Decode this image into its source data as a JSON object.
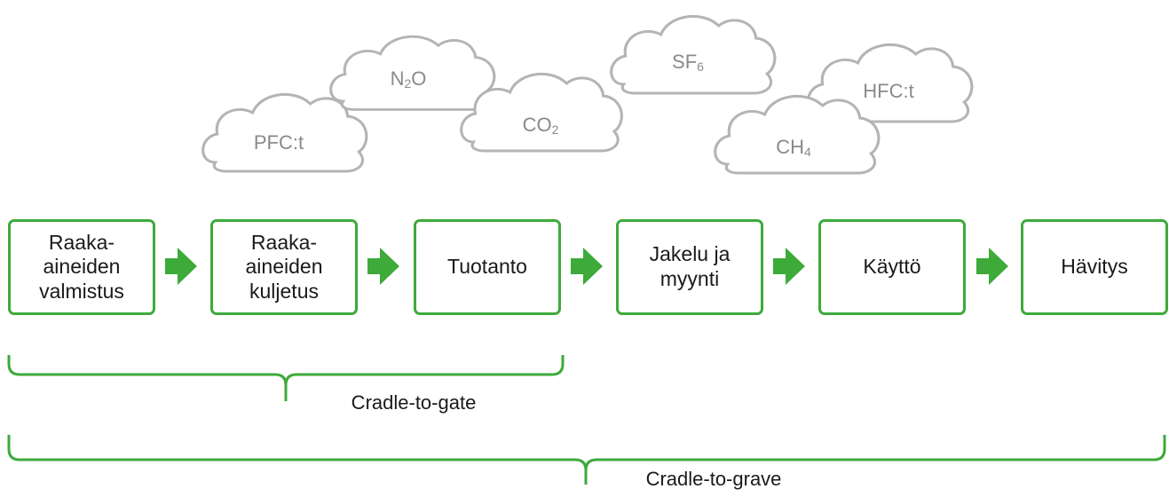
{
  "stages": [
    {
      "label": "Raaka-\naineiden\nvalmistus"
    },
    {
      "label": "Raaka-\naineiden\nkuljetus"
    },
    {
      "label": "Tuotanto"
    },
    {
      "label": "Jakelu ja\nmyynti"
    },
    {
      "label": "Käyttö"
    },
    {
      "label": "Hävitys"
    }
  ],
  "gases": {
    "pfc": {
      "text": "PFC:t"
    },
    "n2o": {
      "a": "N",
      "sub": "2",
      "b": "O"
    },
    "co2": {
      "a": "CO",
      "sub": "2"
    },
    "sf6": {
      "a": "SF",
      "sub": "6"
    },
    "ch4": {
      "a": "CH",
      "sub": "4"
    },
    "hfc": {
      "text": "HFC:t"
    }
  },
  "brackets": {
    "gate": "Cradle-to-gate",
    "grave": "Cradle-to-grave"
  },
  "colors": {
    "accent": "#3daa3a",
    "cloud_stroke": "#b4b4b4",
    "cloud_text": "#8a8a8a"
  }
}
